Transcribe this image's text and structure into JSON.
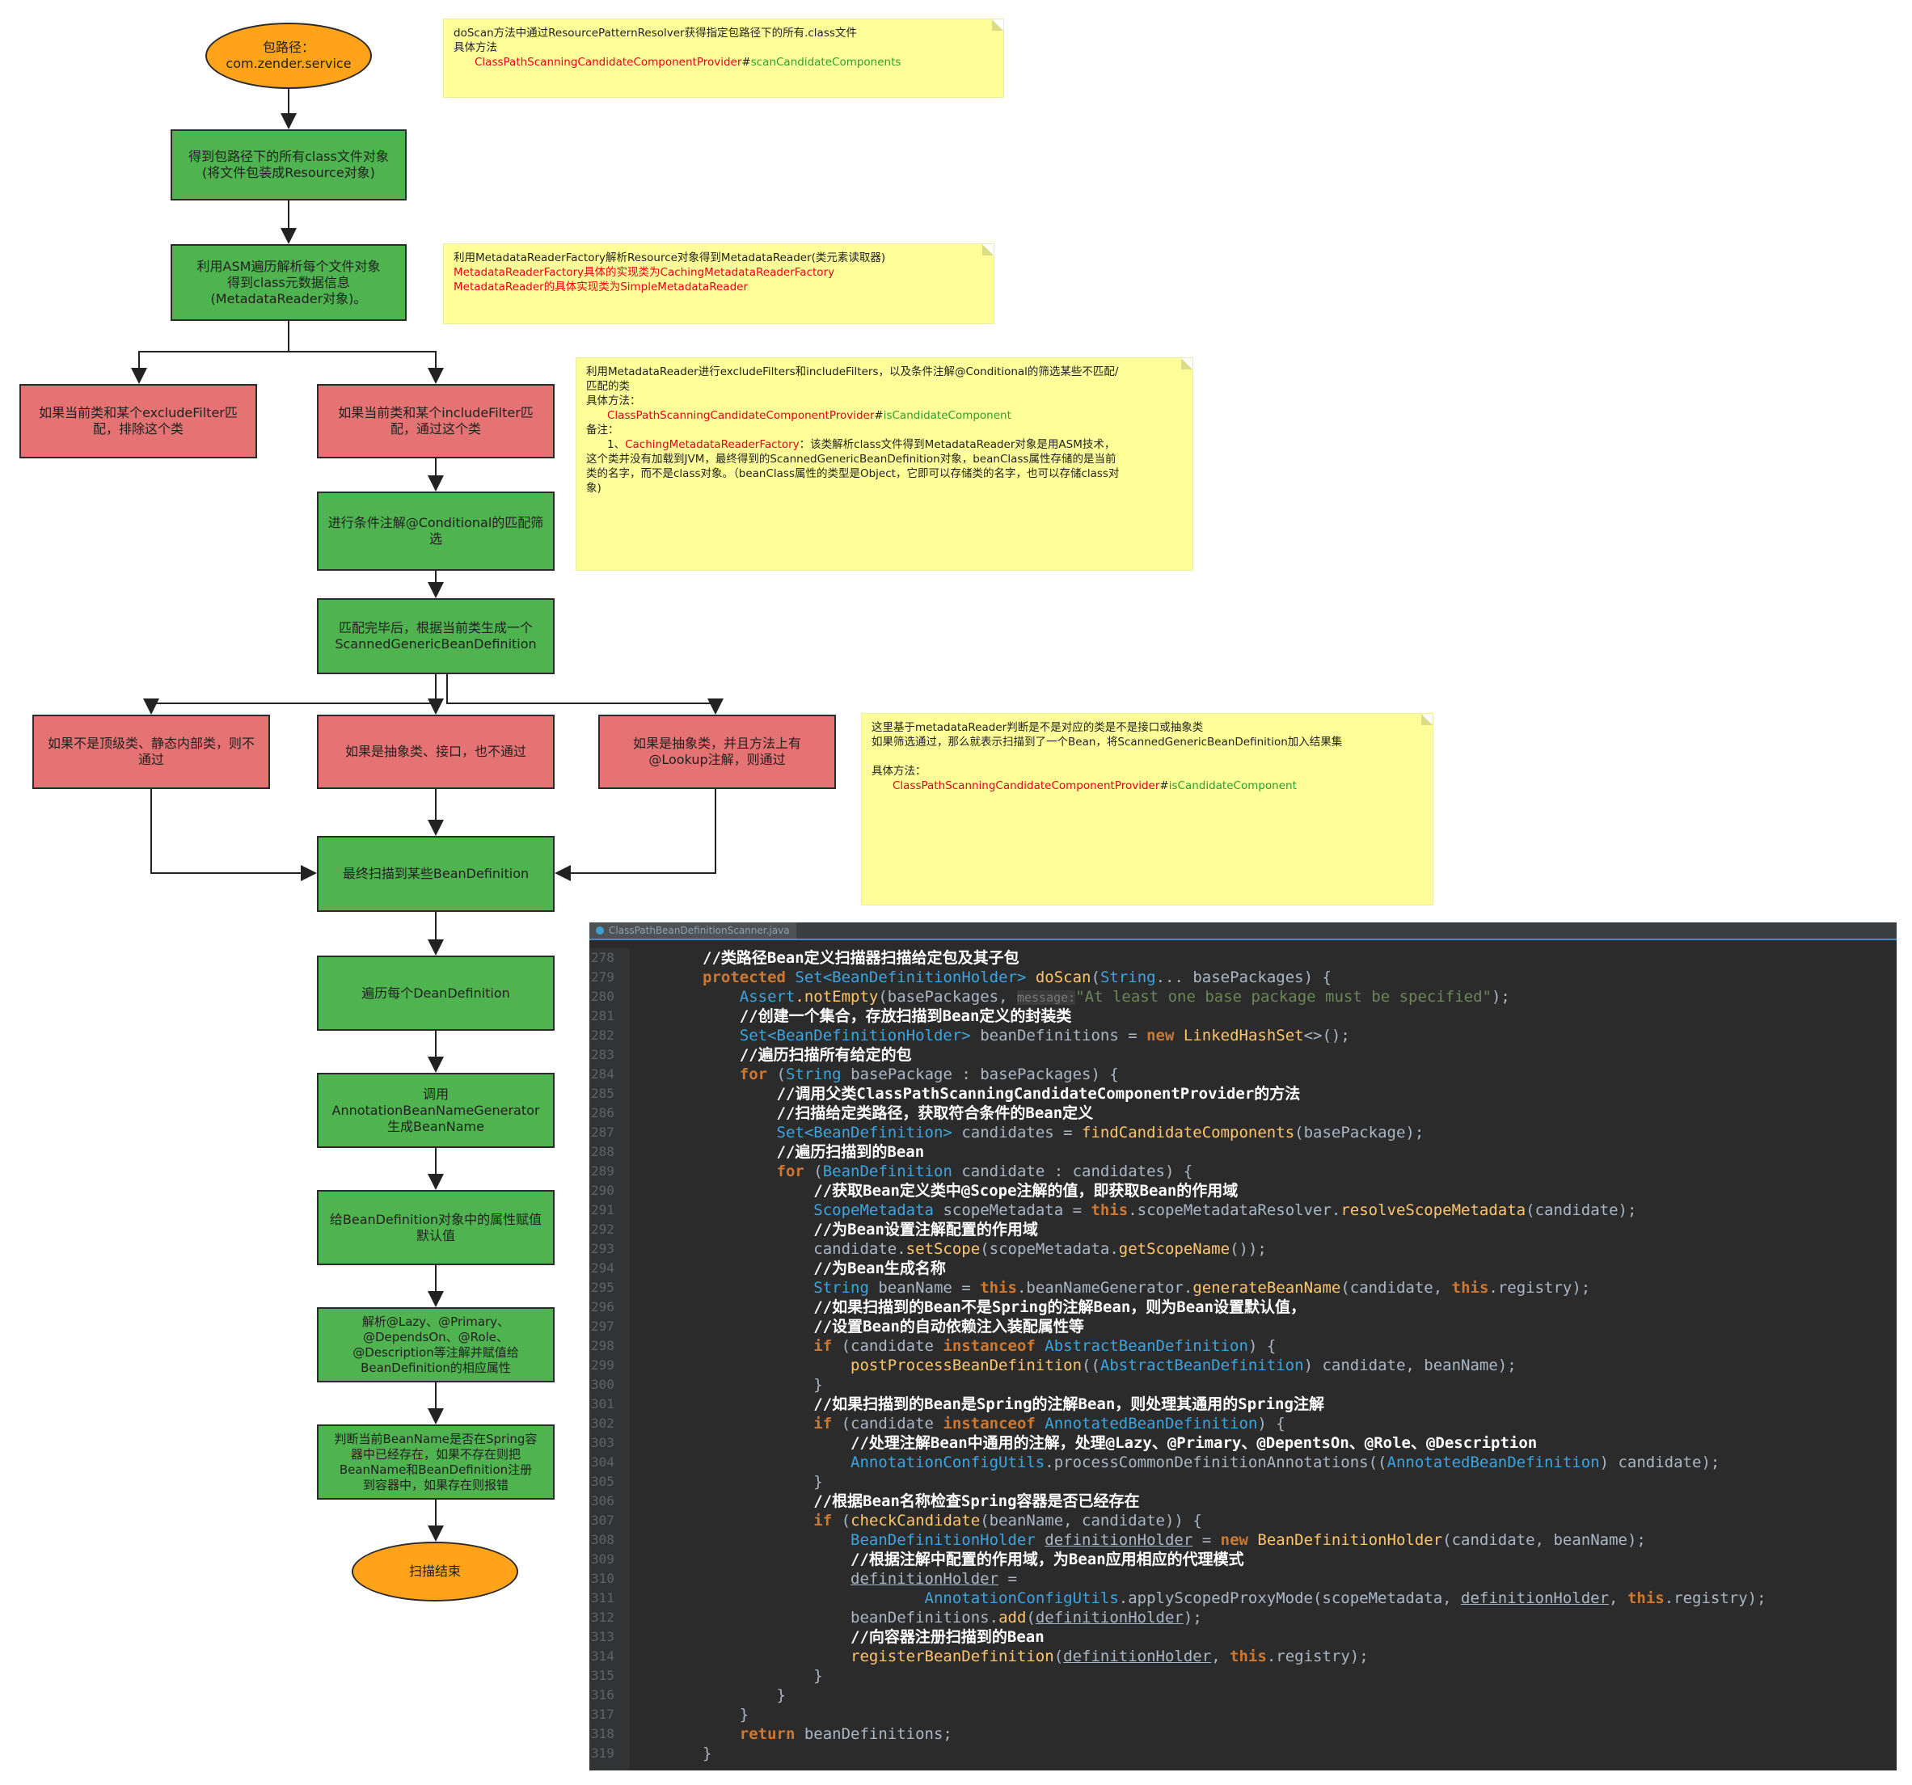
{
  "flow": {
    "start": "包路径：\ncom.zender.service",
    "step_resources": "得到包路径下的所有class文件对象\n(将文件包装成Resource对象)",
    "step_asm": "利用ASM遍历解析每个文件对象\n得到class元数据信息\n(MetadataReader对象)。",
    "exclude": "如果当前类和某个excludeFilter匹\n配，排除这个类",
    "include": "如果当前类和某个includeFilter匹\n配，通过这个类",
    "conditional": "进行条件注解@Conditional的匹配筛\n选",
    "generate": "匹配完毕后，根据当前类生成一个\nScannedGenericBeanDefinition",
    "not_top": "如果不是顶级类、静态内部类，则不\n通过",
    "abstract": "如果是抽象类、接口，也不通过",
    "lookup": "如果是抽象类，并且方法上有\n@Lookup注解，则通过",
    "final": "最终扫描到某些BeanDefinition",
    "iterate": "遍历每个DeanDefinition",
    "name_gen": "调用\nAnnotationBeanNameGenerator\n生成BeanName",
    "defaults": "给BeanDefinition对象中的属性赋值\n默认值",
    "parse_ann": "解析@Lazy、@Primary、\n@DependsOn、@Role、\n@Description等注解并赋值给\nBeanDefinition的相应属性",
    "register": "判断当前BeanName是否在Spring容\n器中已经存在，如果不存在则把\nBeanName和BeanDefinition注册\n到容器中，如果存在则报错",
    "end": "扫描结束"
  },
  "notes": {
    "n1": {
      "l1": "doScan方法中通过ResourcePatternResolver获得指定包路径下的所有.class文件",
      "l2": "具体方法",
      "l3_red": "ClassPathScanningCandidateComponentProvider",
      "l3_sep": "#",
      "l3_green": "scanCandidateComponents"
    },
    "n2": {
      "l1": "利用MetadataReaderFactory解析Resource对象得到MetadataReader(类元素读取器)",
      "l2": "MetadataReaderFactory具体的实现类为CachingMetadataReaderFactory",
      "l3": "MetadataReader的具体实现类为SimpleMetadataReader"
    },
    "n3": {
      "l1": "利用MetadataReader进行excludeFilters和includeFilters，以及条件注解@Conditional的筛选某些不匹配/",
      "l2": "匹配的类",
      "l3": "具体方法：",
      "l4_red": "ClassPathScanningCandidateComponentProvider",
      "l4_sep": "#",
      "l4_green": "isCandidateComponent",
      "l5": "备注：",
      "l6_pre": "1、",
      "l6_red": "CachingMetadataReaderFactory",
      "l6_post": "：该类解析class文件得到MetadataReader对象是用ASM技术，",
      "l7": "这个类并没有加载到JVM，最终得到的ScannedGenericBeanDefinition对象，beanClass属性存储的是当前",
      "l8": "类的名字，而不是class对象。（beanClass属性的类型是Object，它即可以存储类的名字，也可以存储class对",
      "l9": "象)"
    },
    "n4": {
      "l1": "这里基于metadataReader判断是不是对应的类是不是接口或抽象类",
      "l2": "如果筛选通过，那么就表示扫描到了一个Bean，将ScannedGenericBeanDefinition加入结果集",
      "l3": "具体方法：",
      "l4_red": "ClassPathScanningCandidateComponentProvider",
      "l4_sep": "#",
      "l4_green": "isCandidateComponent"
    }
  },
  "editor": {
    "tab": "ClassPathBeanDefinitionScanner.java",
    "line_numbers": [
      "278",
      "279",
      "280",
      "281",
      "282",
      "283",
      "284",
      "285",
      "286",
      "287",
      "288",
      "289",
      "290",
      "291",
      "292",
      "293",
      "294",
      "295",
      "296",
      "297",
      "298",
      "299",
      "300",
      "301",
      "302",
      "303",
      "304",
      "305",
      "306",
      "307",
      "308",
      "309",
      "310",
      "311",
      "312",
      "313",
      "314",
      "315",
      "316",
      "317",
      "318",
      "319"
    ],
    "tokens": {
      "c278": "//类路径Bean定义扫描器扫描给定包及其子包",
      "k279": "protected",
      "t279a": "Set",
      "t279b": "<BeanDefinitionHolder>",
      "m279": "doScan",
      "p279a": "(",
      "t279c": "String",
      "p279b": "... basePackages) {",
      "t280": "Assert",
      "m280": ".notEmpty",
      "p280a": "(basePackages, ",
      "h280": "message:",
      "s280": "\"At least one base package must be specified\"",
      "p280b": ");",
      "c281": "//创建一个集合，存放扫描到Bean定义的封装类",
      "t282a": "Set",
      "t282b": "<BeanDefinitionHolder>",
      "p282a": " beanDefinitions = ",
      "k282": "new",
      "m282": "LinkedHashSet",
      "p282b": "<>();",
      "c283": "//遍历扫描所有给定的包",
      "k284": "for",
      "p284a": " (",
      "t284": "String",
      "p284b": " basePackage : basePackages) {",
      "c285": "//调用父类ClassPathScanningCandidateComponentProvider的方法",
      "c286": "//扫描给定类路径，获取符合条件的Bean定义",
      "t287a": "Set",
      "t287b": "<BeanDefinition>",
      "p287a": " candidates = ",
      "m287": "findCandidateComponents",
      "p287b": "(basePackage);",
      "c288": "//遍历扫描到的Bean",
      "k289": "for",
      "p289a": " (",
      "t289": "BeanDefinition",
      "p289b": " candidate : candidates) {",
      "c290": "//获取Bean定义类中@Scope注解的值，即获取Bean的作用域",
      "t291": "ScopeMetadata",
      "p291a": " scopeMetadata = ",
      "k291": "this",
      "p291b": ".scopeMetadataResolver.",
      "m291": "resolveScopeMetadata",
      "p291c": "(candidate);",
      "c292": "//为Bean设置注解配置的作用域",
      "p293a": "candidate.",
      "m293a": "setScope",
      "p293b": "(scopeMetadata.",
      "m293b": "getScopeName",
      "p293c": "());",
      "c294": "//为Bean生成名称",
      "t295": "String",
      "p295a": " beanName = ",
      "k295a": "this",
      "p295b": ".beanNameGenerator.",
      "m295": "generateBeanName",
      "p295c": "(candidate, ",
      "k295b": "this",
      "p295d": ".registry);",
      "c296": "//如果扫描到的Bean不是Spring的注解Bean，则为Bean设置默认值，",
      "c297": "//设置Bean的自动依赖注入装配属性等",
      "k298a": "if",
      "p298a": " (candidate ",
      "k298b": "instanceof",
      "t298": " AbstractBeanDefinition",
      "p298b": ") {",
      "m299": "postProcessBeanDefinition",
      "p299a": "((",
      "t299": "AbstractBeanDefinition",
      "p299b": ") candidate, beanName);",
      "p300": "}",
      "c301": "//如果扫描到的Bean是Spring的注解Bean，则处理其通用的Spring注解",
      "k302a": "if",
      "p302a": " (candidate ",
      "k302b": "instanceof",
      "t302": " AnnotatedBeanDefinition",
      "p302b": ") {",
      "c303": "//处理注解Bean中通用的注解，处理@Lazy、@Primary、@DepentsOn、@Role、@Description",
      "t304": "AnnotationConfigUtils",
      "p304a": ".processCommonDefinitionAnnotations((",
      "t304b": "AnnotatedBeanDefinition",
      "p304b": ") candidate);",
      "p305": "}",
      "c306": "//根据Bean名称检查Spring容器是否已经存在",
      "k307": "if",
      "p307a": " (",
      "m307": "checkCandidate",
      "p307b": "(beanName, candidate)) {",
      "t308": "BeanDefinitionHolder",
      "p308a": " ",
      "u308": "definitionHolder",
      "p308b": " = ",
      "k308": "new",
      "m308": " BeanDefinitionHolder",
      "p308c": "(candidate, beanName);",
      "c309": "//根据注解中配置的作用域，为Bean应用相应的代理模式",
      "u310": "definitionHolder",
      "p310": " =",
      "t311": "AnnotationConfigUtils",
      "p311a": ".applyScopedProxyMode(scopeMetadata, ",
      "u311": "definitionHolder",
      "p311b": ", ",
      "k311": "this",
      "p311c": ".registry);",
      "p312a": "beanDefinitions.",
      "m312": "add",
      "p312b": "(",
      "u312": "definitionHolder",
      "p312c": ");",
      "c313": "//向容器注册扫描到的Bean",
      "m314": "registerBeanDefinition",
      "p314a": "(",
      "u314": "definitionHolder",
      "p314b": ", ",
      "k314": "this",
      "p314c": ".registry);",
      "p315": "}",
      "p316": "}",
      "p317": "}",
      "k318": "return",
      "p318": " beanDefinitions;",
      "p319": "}"
    }
  }
}
